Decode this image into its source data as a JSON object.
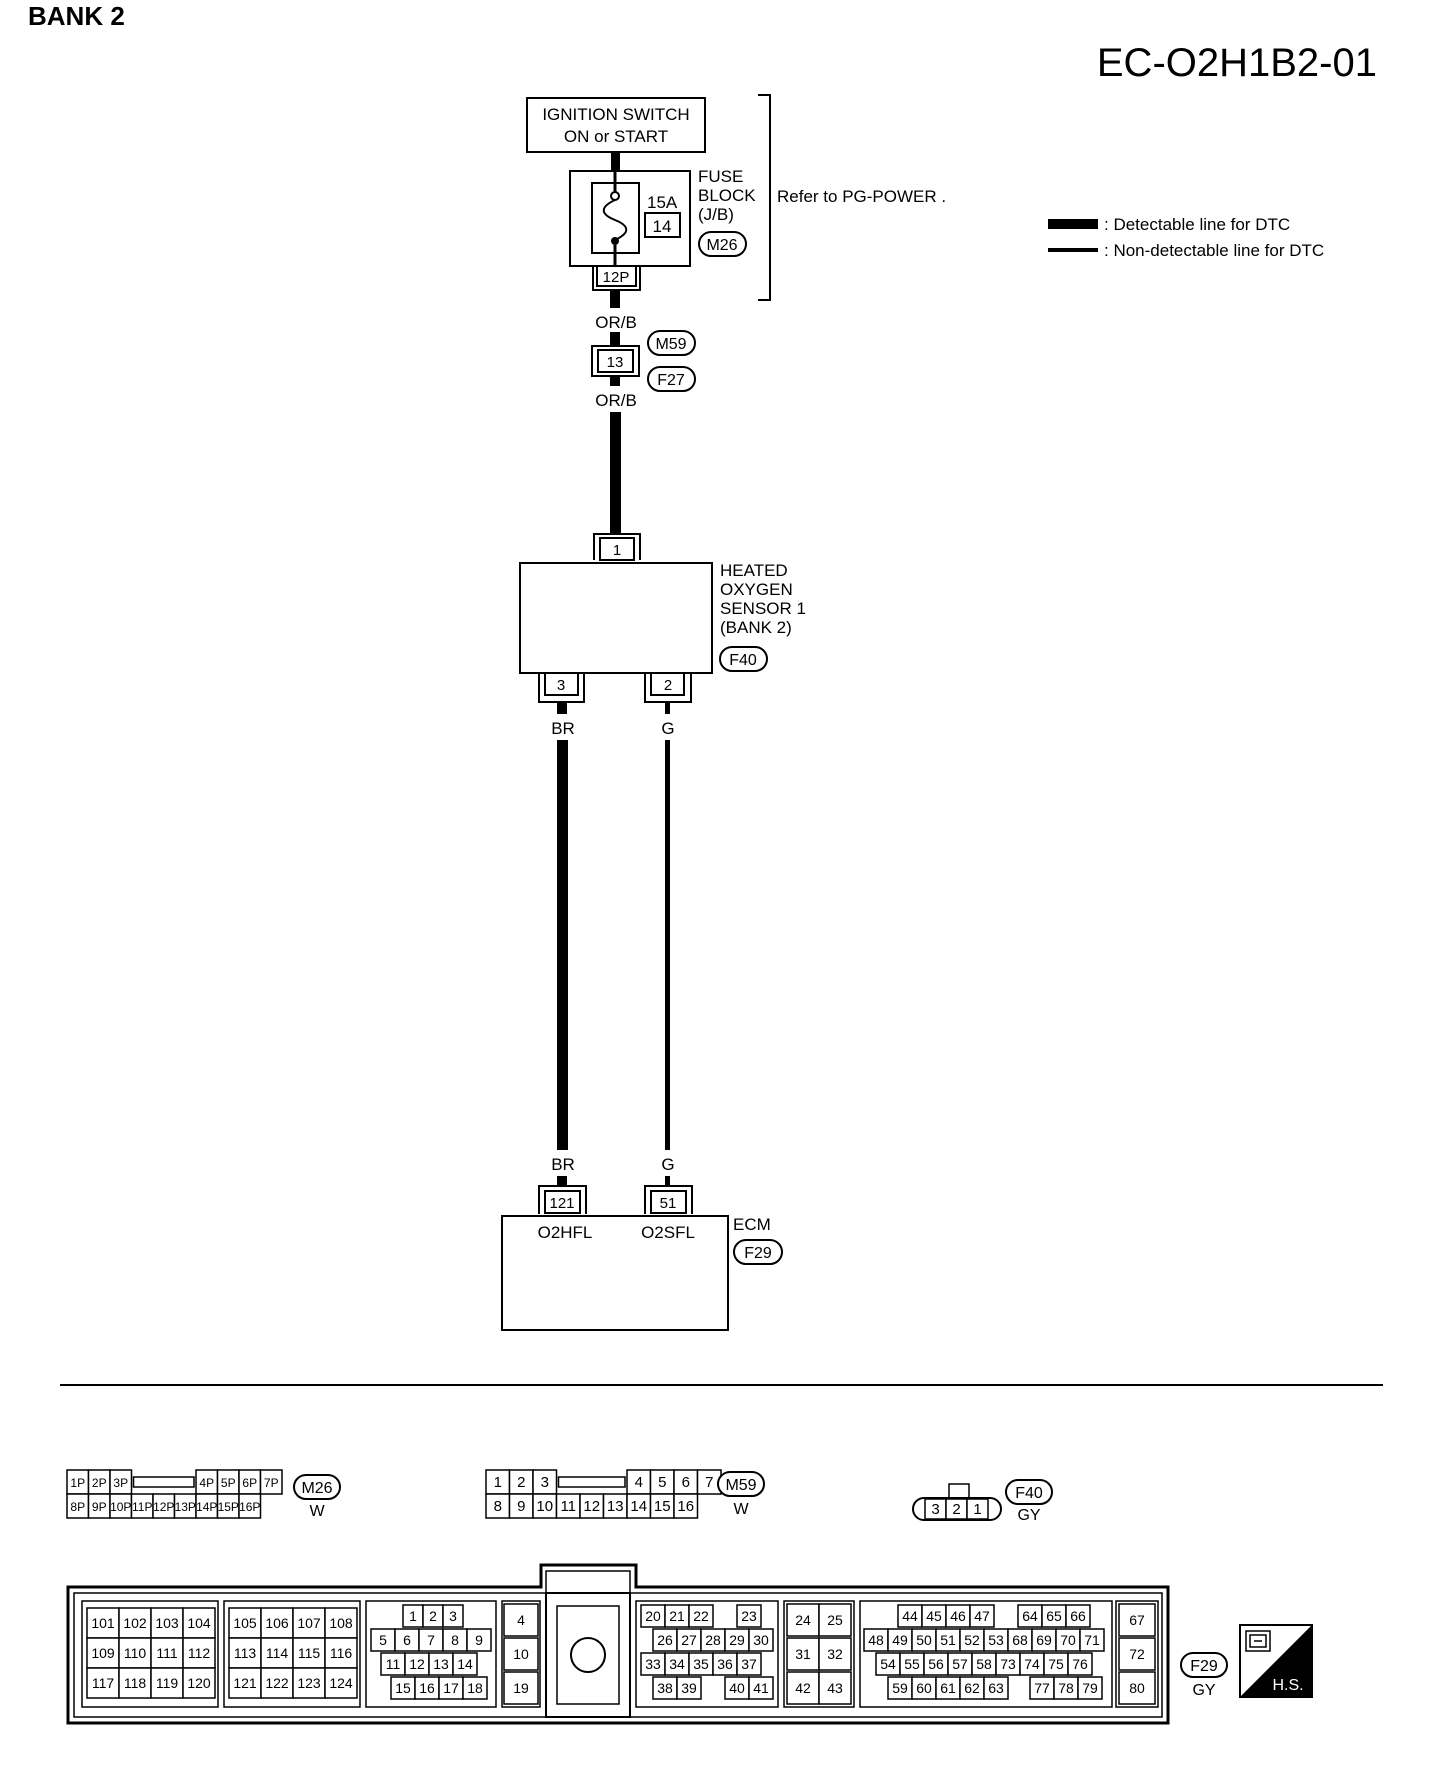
{
  "header": {
    "bank": "BANK 2",
    "code": "EC-O2H1B2-01"
  },
  "legend": {
    "detectable": ": Detectable line for DTC",
    "non_detectable": ": Non-detectable line for DTC"
  },
  "ignition": {
    "line1": "IGNITION SWITCH",
    "line2": "ON or START"
  },
  "fuse": {
    "title1": "FUSE",
    "title2": "BLOCK",
    "title3": "(J/B)",
    "amp": "15A",
    "number": "14",
    "connector": "M26",
    "terminal": "12P",
    "refer": "Refer to  PG-POWER ."
  },
  "joint": {
    "wire_top": "OR/B",
    "wire_bottom": "OR/B",
    "terminal": "13",
    "connector_top": "M59",
    "connector_bottom": "F27"
  },
  "sensor": {
    "line1": "HEATED",
    "line2": "OXYGEN",
    "line3": "SENSOR 1",
    "line4": "(BANK 2)",
    "connector": "F40",
    "pin_top": "1",
    "pin_left": "3",
    "pin_right": "2",
    "wire_left": "BR",
    "wire_right": "G"
  },
  "ecm": {
    "title": "ECM",
    "connector": "F29",
    "wire_left": "BR",
    "wire_right": "G",
    "pin_left": "121",
    "pin_right": "51",
    "signal_left": "O2HFL",
    "signal_right": "O2SFL"
  },
  "connectors": {
    "m26": {
      "id": "M26",
      "color": "W",
      "top": [
        "1P",
        "2P",
        "3P",
        "4P",
        "5P",
        "6P",
        "7P"
      ],
      "bottom": [
        "8P",
        "9P",
        "10P",
        "11P",
        "12P",
        "13P",
        "14P",
        "15P",
        "16P"
      ]
    },
    "m59": {
      "id": "M59",
      "color": "W",
      "top": [
        "1",
        "2",
        "3",
        "4",
        "5",
        "6",
        "7"
      ],
      "bottom": [
        "8",
        "9",
        "10",
        "11",
        "12",
        "13",
        "14",
        "15",
        "16"
      ]
    },
    "f40": {
      "id": "F40",
      "color": "GY",
      "pins": [
        "3",
        "2",
        "1"
      ]
    },
    "f29": {
      "id": "F29",
      "color": "GY",
      "hs": "H.S.",
      "block_a": [
        [
          "101",
          "102",
          "103",
          "104"
        ],
        [
          "109",
          "110",
          "111",
          "112"
        ],
        [
          "117",
          "118",
          "119",
          "120"
        ]
      ],
      "block_b": [
        [
          "105",
          "106",
          "107",
          "108"
        ],
        [
          "113",
          "114",
          "115",
          "116"
        ],
        [
          "121",
          "122",
          "123",
          "124"
        ]
      ],
      "block_c": [
        [
          "1",
          "2",
          "3"
        ],
        [
          "5",
          "6",
          "7",
          "8",
          "9"
        ],
        [
          "11",
          "12",
          "13",
          "14"
        ],
        [
          "15",
          "16",
          "17",
          "18"
        ]
      ],
      "block_d": [
        "4",
        "10",
        "19"
      ],
      "block_e": [
        [
          "20",
          "21",
          "22",
          "23"
        ],
        [
          "26",
          "27",
          "28",
          "29",
          "30"
        ],
        [
          "33",
          "34",
          "35",
          "36",
          "37"
        ],
        [
          "38",
          "39",
          "40",
          "41"
        ]
      ],
      "block_f": [
        [
          "24",
          "25"
        ],
        [
          "31",
          "32"
        ],
        [
          "42",
          "43"
        ]
      ],
      "block_g": [
        [
          "44",
          "45",
          "46",
          "47",
          "64",
          "65",
          "66"
        ],
        [
          "48",
          "49",
          "50",
          "51",
          "52",
          "53",
          "68",
          "69",
          "70",
          "71"
        ],
        [
          "54",
          "55",
          "56",
          "57",
          "58",
          "73",
          "74",
          "75",
          "76"
        ],
        [
          "59",
          "60",
          "61",
          "62",
          "63",
          "77",
          "78",
          "79"
        ]
      ],
      "block_h": [
        "67",
        "72",
        "80"
      ]
    }
  }
}
